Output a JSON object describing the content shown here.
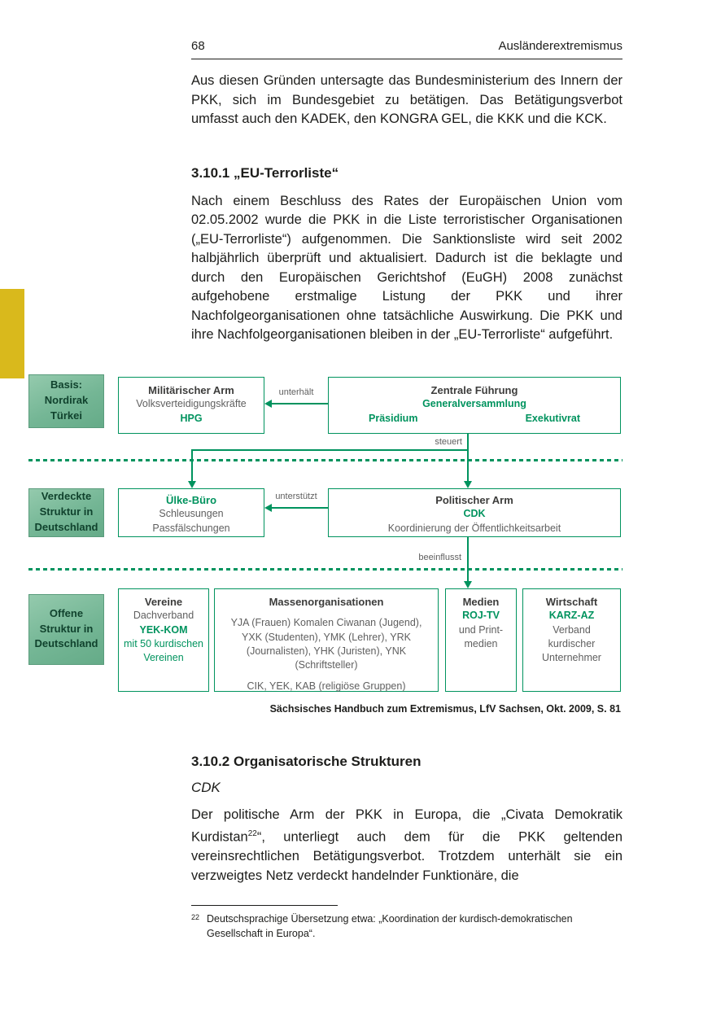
{
  "colors": {
    "accent_green": "#00935e",
    "side_box_green": "#74b695",
    "side_box_text": "#10422d",
    "gray_text": "#5f5f5f",
    "body_text": "#1d1d1b",
    "margin_tab_yellow": "#d9b91c"
  },
  "header": {
    "page_number": "68",
    "title": "Ausländerextremismus"
  },
  "intro": {
    "text": "Aus diesen Gründen untersagte das Bundesministerium des Innern der PKK, sich im Bundesgebiet zu betätigen. Das Betätigungsverbot umfasst auch den KADEK, den KONGRA GEL, die KKK und die KCK."
  },
  "section_terrorliste": {
    "heading": "3.10.1 „EU-Terrorliste“",
    "body": "Nach einem Beschluss des Rates der Europäischen Union vom 02.05.2002 wurde die PKK in die Liste terroristischer Organisationen („EU-Terrorliste“) aufgenommen. Die Sanktionsliste wird seit 2002 halbjährlich überprüft und aktualisiert. Dadurch ist die beklagte und durch den Europäischen Gerichtshof (EuGH) 2008 zunächst aufgehobene erstmalige Listung der PKK und ihrer Nachfolgeorganisationen ohne tatsächliche Auswirkung. Die PKK und ihre Nachfolgeorganisationen bleiben in der „EU-Terrorliste“ aufgeführt."
  },
  "diagram": {
    "side_labels": {
      "basis": [
        "Basis:",
        "Nordirak",
        "Türkei"
      ],
      "verdeckt": [
        "Verdeckte",
        "Struktur in",
        "Deutschland"
      ],
      "offen": [
        "Offene",
        "Struktur in",
        "Deutschland"
      ]
    },
    "military": {
      "title": "Militärischer Arm",
      "line2": "Volksverteidigungskräfte",
      "line3": "HPG"
    },
    "central": {
      "title": "Zentrale Führung",
      "line2": "Generalversammlung",
      "line3a": "Präsidium",
      "line3b": "Exekutivrat"
    },
    "uelke": {
      "title": "Ülke-Büro",
      "line2": "Schleusungen",
      "line3": "Passfälschungen"
    },
    "political": {
      "title": "Politischer Arm",
      "line2": "CDK",
      "line3": "Koordinierung der Öffentlichkeitsarbeit"
    },
    "vereine": {
      "title": "Vereine",
      "line2": "Dachverband",
      "line3": "YEK-KOM",
      "line4": "mit 50 kurdischen",
      "line5": "Vereinen"
    },
    "mass": {
      "title": "Massenorganisationen",
      "body1": "YJA (Frauen) Komalen Ciwanan (Jugend), YXK (Studenten), YMK (Lehrer), YRK (Journalisten), YHK (Juristen), YNK (Schriftsteller)",
      "body2": "CIK, YEK, KAB (religiöse Gruppen)"
    },
    "medien": {
      "title": "Medien",
      "line2": "ROJ-TV",
      "line3": "und Print-",
      "line4": "medien"
    },
    "wirtschaft": {
      "title": "Wirtschaft",
      "line2": "KARZ-AZ",
      "line3": "Verband",
      "line4": "kurdischer",
      "line5": "Unternehmer"
    },
    "arrows": {
      "unterhaelt": "unterhält",
      "steuert": "steuert",
      "unterstuetzt": "unterstützt",
      "beeinflusst": "beeinflusst"
    },
    "caption": "Sächsisches Handbuch zum Extremismus, LfV Sachsen, Okt. 2009, S. 81"
  },
  "section_strukturen": {
    "heading": "3.10.2 Organisatorische Strukturen",
    "subheading": "CDK",
    "body_part1": "Der politische Arm der PKK in Europa, die „Civata Demokratik Kurdistan",
    "body_sup": "22",
    "body_part2": "“, unterliegt auch dem für die PKK geltenden vereinsrechtlichen Betätigungsverbot. Trotzdem unterhält sie ein verzweigtes Netz verdeckt handelnder Funktionäre, die"
  },
  "footnote": {
    "marker": "22",
    "text": "Deutschsprachige Übersetzung etwa: „Koordination der kurdisch-demokratischen Gesellschaft in Europa“."
  }
}
